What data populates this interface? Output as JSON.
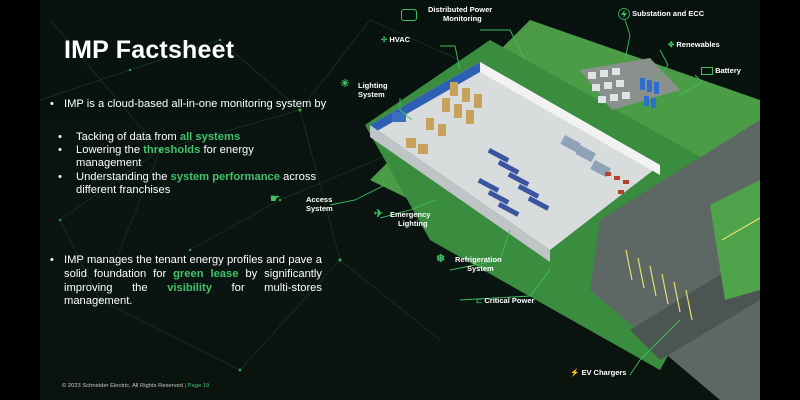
{
  "slide": {
    "title": "IMP Factsheet",
    "intro_bullet": "IMP is a cloud-based all-in-one monitoring system by",
    "sub_bullets": [
      {
        "pre": "Tacking of data from ",
        "highlight": "all systems",
        "post": ""
      },
      {
        "pre": "Lowering the ",
        "highlight": "thresholds",
        "post": " for energy management"
      },
      {
        "pre": "Understanding the ",
        "highlight": "system performance",
        "post": " across different franchises"
      }
    ],
    "second_bullet": {
      "pre": "IMP manages the tenant energy profiles and pave a solid foundation for ",
      "highlight1": "green lease",
      "mid": " by significantly improving the ",
      "highlight2": "visibility",
      "post": " for multi-stores management."
    },
    "footer": {
      "copyright": "© 2023 Schneider Electric, All Rights Reserved",
      "page": "| Page 19"
    }
  },
  "callouts": {
    "distributed_power": {
      "line1": "Distributed Power",
      "line2": "Monitoring",
      "icon": "power-plug-icon"
    },
    "substation": {
      "label": "Substation and ECC",
      "icon": "lightning-bolt-icon"
    },
    "hvac": {
      "label": "HVAC",
      "icon": "fan-icon"
    },
    "renewables": {
      "label": "Renewables",
      "icon": "wind-turbine-icon"
    },
    "battery": {
      "label": "Battery",
      "icon": "battery-icon"
    },
    "lighting": {
      "line1": "Lighting",
      "line2": "System",
      "icon": "lightbulb-icon"
    },
    "access": {
      "line1": "Access",
      "line2": "System",
      "icon": "hand-card-icon"
    },
    "emergency": {
      "line1": "Emergency",
      "line2": "Lighting",
      "icon": "running-person-icon"
    },
    "refrigeration": {
      "line1": "Refrigeration",
      "line2": "System",
      "icon": "snowflake-icon"
    },
    "critical_power": {
      "label": "Critical Power",
      "icon": "plug-icon"
    },
    "ev_chargers": {
      "label": "EV Chargers",
      "icon": "car-charger-icon"
    }
  },
  "colors": {
    "accent_green": "#42c16b",
    "callout_line": "#3fbf5f",
    "background": "#0a1410",
    "frame": "#000000"
  }
}
